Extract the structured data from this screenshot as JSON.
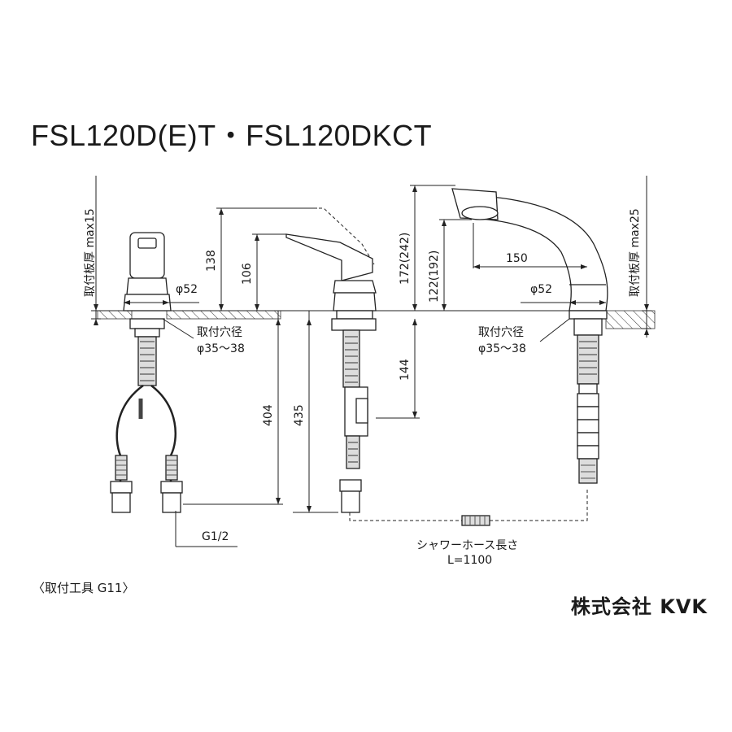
{
  "title": "FSL120D(E)T・FSL120DKCT",
  "labels": {
    "plate_thickness_left": "取付板厚 max15",
    "plate_thickness_right": "取付板厚 max25",
    "phi52_left": "φ52",
    "phi52_right": "φ52",
    "hole_left_1": "取付穴径",
    "hole_left_2": "φ35～38",
    "hole_right_1": "取付穴径",
    "hole_right_2": "φ35～38",
    "dim_138": "138",
    "dim_106": "106",
    "dim_404": "404",
    "dim_435": "435",
    "dim_172": "172(242)",
    "dim_122": "122(192)",
    "dim_144": "144",
    "dim_150": "150",
    "g12": "G1/2",
    "hose_1": "シャワーホース長さ",
    "hose_2": "L=1100",
    "tool": "〈取付工具 G11〉",
    "brand": "株式会社 KVK"
  }
}
